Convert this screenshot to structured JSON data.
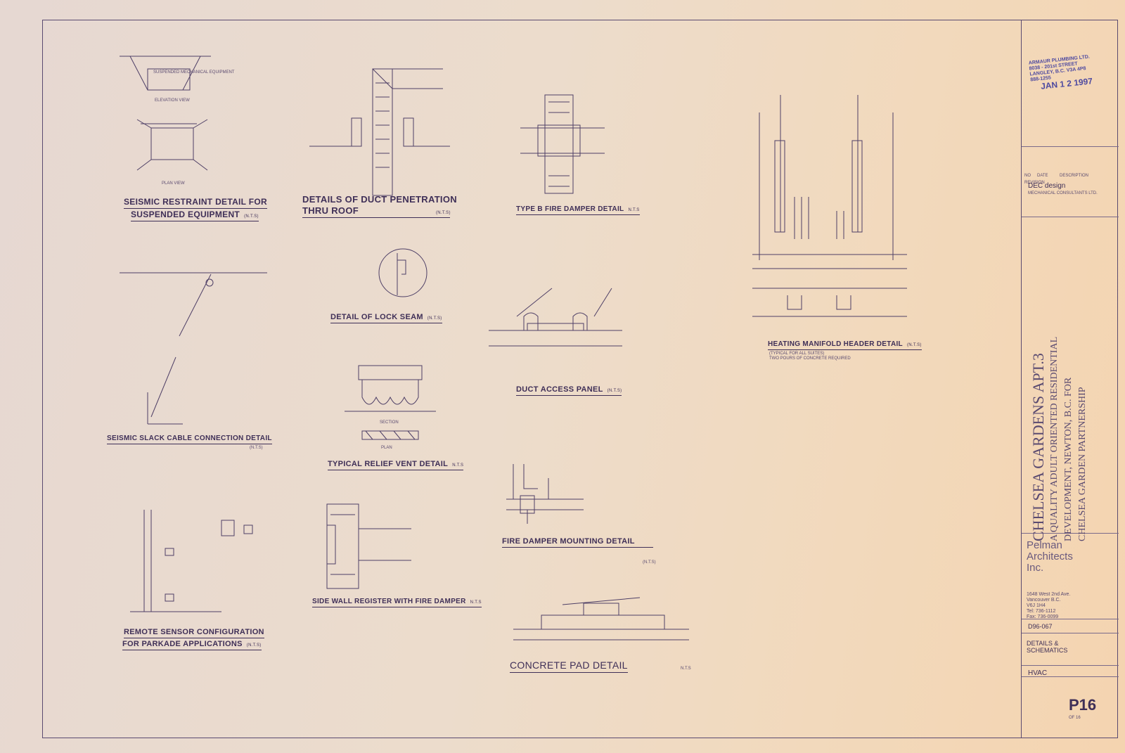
{
  "details": {
    "seismic_restraint": {
      "title": "SEISMIC RESTRAINT DETAIL FOR",
      "title2": "SUSPENDED EQUIPMENT",
      "scale": "(N.T.S)",
      "elevation": "ELEVATION VIEW",
      "plan": "PLAN VIEW",
      "equip": "SUSPENDED MECHANICAL EQUIPMENT"
    },
    "duct_penetration": {
      "title": "DETAILS OF DUCT PENETRATION",
      "title2": "THRU ROOF",
      "scale": "(N.T.S)"
    },
    "fire_damper_b": {
      "title": "TYPE B FIRE DAMPER DETAIL",
      "scale": "N.T.S"
    },
    "lock_seam": {
      "title": "DETAIL OF LOCK SEAM",
      "scale": "(N.T.S)"
    },
    "duct_access": {
      "title": "DUCT ACCESS PANEL",
      "scale": "(N.T.S)"
    },
    "slack_cable": {
      "title": "SEISMIC SLACK CABLE CONNECTION DETAIL",
      "scale": "(N.T.S)"
    },
    "relief_vent": {
      "title": "TYPICAL RELIEF VENT DETAIL",
      "scale": "N.T.S",
      "section": "SECTION",
      "plan": "PLAN"
    },
    "fire_damper_mount": {
      "title": "FIRE DAMPER MOUNTING DETAIL"
    },
    "remote_sensor": {
      "title": "REMOTE SENSOR CONFIGURATION",
      "title2": "FOR PARKADE APPLICATIONS",
      "scale": "(N.T.S)"
    },
    "side_wall": {
      "title": "SIDE WALL REGISTER WITH FIRE DAMPER",
      "scale": "N.T.S"
    },
    "concrete_pad": {
      "title": "CONCRETE PAD DETAIL",
      "scale": "N.T.S",
      "scale_top": "(N.T.S)"
    },
    "heating_manifold": {
      "title": "HEATING MANIFOLD HEADER DETAIL",
      "scale": "(N.T.S)",
      "note1": "(TYPICAL FOR ALL SUITES)",
      "note2": "TWO POURS OF CONCRETE REQUIRED"
    }
  },
  "title_block": {
    "stamp": "ARMAUR PLUMBING LTD.\n8038 - 201st STREET\nLANGLEY, B.C. V3A 4P8\n888-1255",
    "stamp_date": "JAN 1 2 1997",
    "revision_header": "REVISION",
    "rev_cols": [
      "NO",
      "DATE",
      "DESCRIPTION"
    ],
    "consultant": "DEC design",
    "consultant_sub": "MECHANICAL CONSULTANTS LTD.",
    "project_title": "CHELSEA GARDENS APT.3",
    "project_sub1": "A QUALITY ADULT ORIENTED RESIDENTIAL",
    "project_sub2": "DEVELOPMENT, NEWTON, B.C. FOR",
    "project_sub3": "CHELSEA GARDEN PARTNERSHIP",
    "architect": "Pelman\nArchitects\nInc.",
    "architect_addr": "1648 West 2nd Ave.\nVancouver B.C.\nV6J 1H4\nTel: 736-1112\nFax: 736-0099",
    "project_no": "D96-067",
    "drawing_title": "DETAILS &\nSCHEMATICS",
    "discipline": "HVAC",
    "sheet_no": "P16",
    "sheet_of": "OF 16"
  },
  "colors": {
    "ink": "#4e3f66",
    "paper": "#ecdccc"
  }
}
